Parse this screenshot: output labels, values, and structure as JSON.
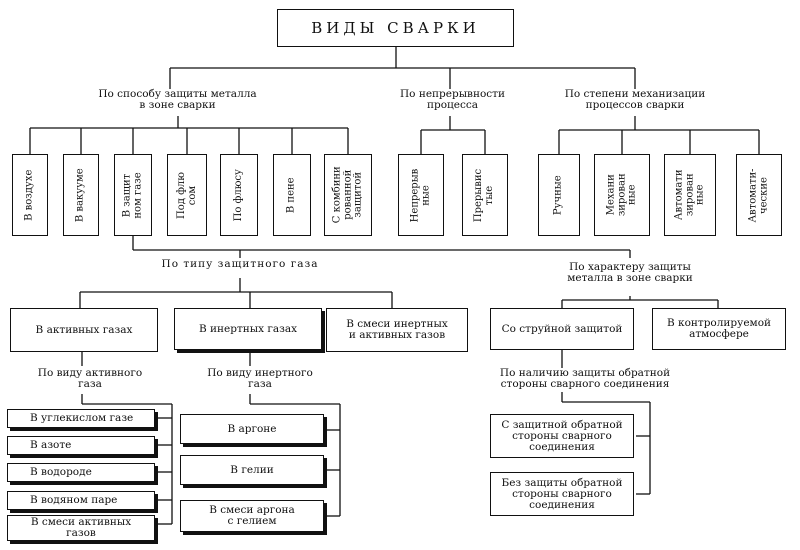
{
  "title": "ВИДЫ СВАРКИ",
  "criteria": {
    "protection": "По способу защиты металла\nв зоне сварки",
    "continuity": "По непрерывности\nпроцесса",
    "mechanization": "По степени механизации\nпроцессов сварки",
    "gas_type": "По типу защитного газа",
    "protection_character": "По характеру защиты\nметалла в зоне сварки",
    "active_gas_kind": "По виду активного\nгаза",
    "inert_gas_kind": "По виду инертного\nгаза",
    "reverse_side": "По наличию защиты обратной\nстороны сварного соединения"
  },
  "protection_methods": [
    "В воздухе",
    "В вакууме",
    "В защит\nном газе",
    "Под флю\nсом",
    "По флюсу",
    "В пене",
    "С комбини\nрованной\nзащитой"
  ],
  "continuity_types": [
    "Непрерыв\nные",
    "Прерывис\nтые"
  ],
  "mechanization_types": [
    "Ручные",
    "Механи\nзирован\nные",
    "Автомати\nзирован\nные",
    "Автомати-\nческие"
  ],
  "gas_categories": [
    "В активных газах",
    "В инертных газах",
    "В смеси инертных\nи активных газов"
  ],
  "protection_characters": [
    "Со струйной защитой",
    "В контролируемой\nатмосфере"
  ],
  "active_gases": [
    "В углекислом газе",
    "В азоте",
    "В водороде",
    "В водяном паре",
    "В смеси активных\nгазов"
  ],
  "inert_gases": [
    "В аргоне",
    "В гелии",
    "В смеси аргона\nс гелием"
  ],
  "reverse_side_options": [
    "С защитной обратной\nстороны сварного\nсоединения",
    "Без защиты обратной\nстороны сварного\nсоединения"
  ]
}
